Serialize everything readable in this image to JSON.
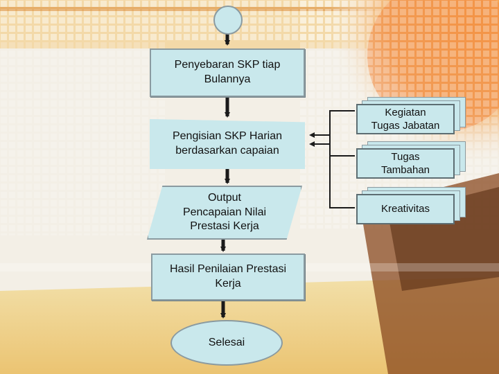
{
  "colors": {
    "node_fill": "#c9e8ec",
    "node_border": "#8a9aa0",
    "arrow": "#1a1a1a",
    "background_orange": "#f39a3c",
    "background_cream": "#f3efe6"
  },
  "flow": {
    "start_shape": "circle",
    "step1": "Penyebaran SKP tiap\nBulannya",
    "step2": "Pengisian SKP Harian\nberdasarkan capaian",
    "step3": "Output\nPencapaian Nilai\nPrestasi Kerja",
    "step4": "Hasil Penilaian Prestasi\nKerja",
    "end": "Selesai"
  },
  "inputs": {
    "item1": "Kegiatan\nTugas Jabatan",
    "item2": "Tugas\nTambahan",
    "item3": "Kreativitas"
  }
}
